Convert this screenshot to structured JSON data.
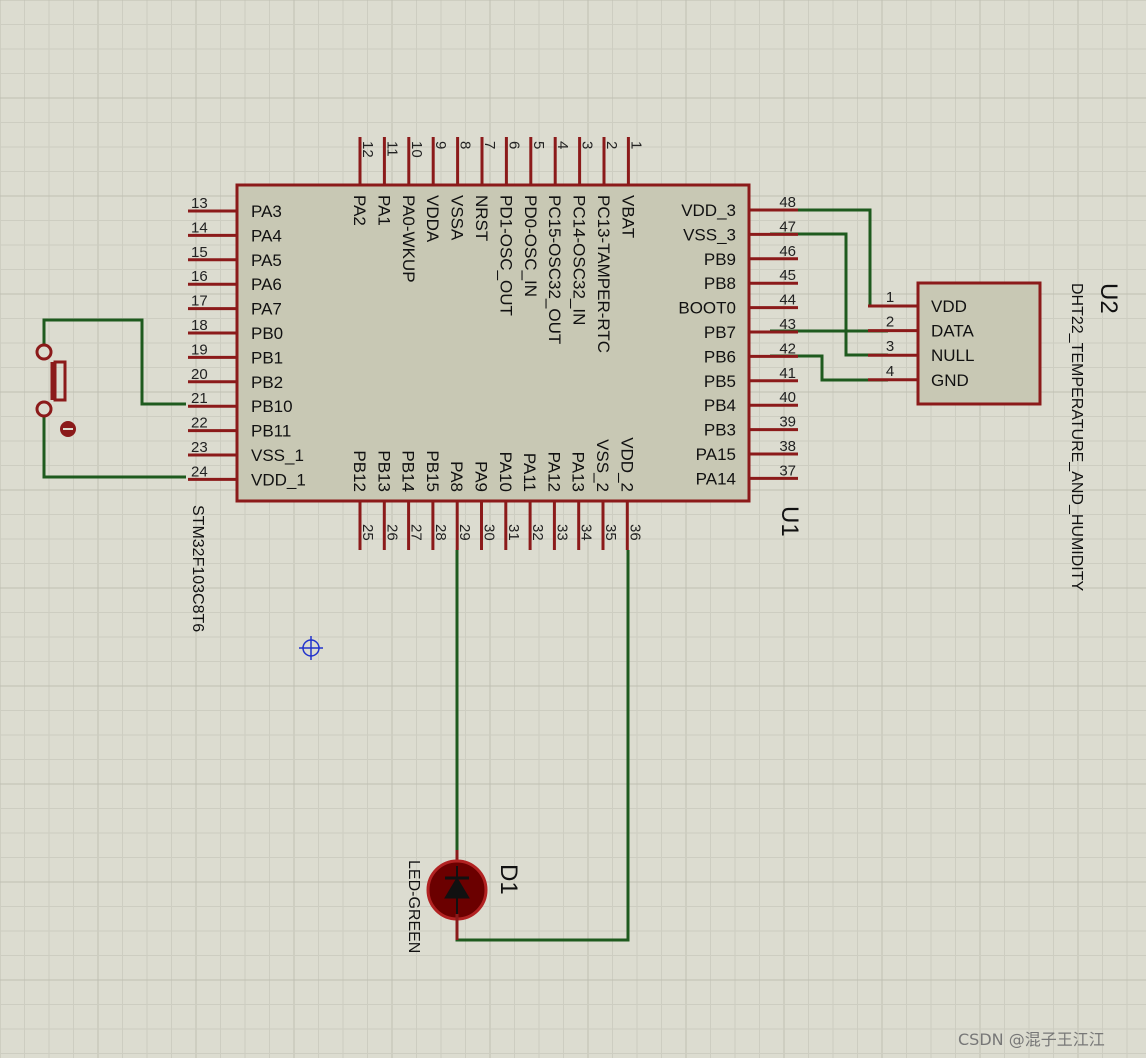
{
  "u1": {
    "ref": "U1",
    "part": "STM32F103C8T6",
    "top_pins": [
      {
        "num": "12",
        "name": "PA2"
      },
      {
        "num": "11",
        "name": "PA1"
      },
      {
        "num": "10",
        "name": "PA0-WKUP"
      },
      {
        "num": "9",
        "name": "VDDA"
      },
      {
        "num": "8",
        "name": "VSSA"
      },
      {
        "num": "7",
        "name": "NRST"
      },
      {
        "num": "6",
        "name": "PD1-OSC_OUT"
      },
      {
        "num": "5",
        "name": "PD0-OSC_IN"
      },
      {
        "num": "4",
        "name": "PC15-OSC32_OUT"
      },
      {
        "num": "3",
        "name": "PC14-OSC32_IN"
      },
      {
        "num": "2",
        "name": "PC13-TAMPER-RTC"
      },
      {
        "num": "1",
        "name": "VBAT"
      }
    ],
    "left_pins": [
      {
        "num": "13",
        "name": "PA3"
      },
      {
        "num": "14",
        "name": "PA4"
      },
      {
        "num": "15",
        "name": "PA5"
      },
      {
        "num": "16",
        "name": "PA6"
      },
      {
        "num": "17",
        "name": "PA7"
      },
      {
        "num": "18",
        "name": "PB0"
      },
      {
        "num": "19",
        "name": "PB1"
      },
      {
        "num": "20",
        "name": "PB2"
      },
      {
        "num": "21",
        "name": "PB10"
      },
      {
        "num": "22",
        "name": "PB11"
      },
      {
        "num": "23",
        "name": "VSS_1"
      },
      {
        "num": "24",
        "name": "VDD_1"
      }
    ],
    "right_pins": [
      {
        "num": "48",
        "name": "VDD_3"
      },
      {
        "num": "47",
        "name": "VSS_3"
      },
      {
        "num": "46",
        "name": "PB9"
      },
      {
        "num": "45",
        "name": "PB8"
      },
      {
        "num": "44",
        "name": "BOOT0"
      },
      {
        "num": "43",
        "name": "PB7"
      },
      {
        "num": "42",
        "name": "PB6"
      },
      {
        "num": "41",
        "name": "PB5"
      },
      {
        "num": "40",
        "name": "PB4"
      },
      {
        "num": "39",
        "name": "PB3"
      },
      {
        "num": "38",
        "name": "PA15"
      },
      {
        "num": "37",
        "name": "PA14"
      }
    ],
    "bottom_pins": [
      {
        "num": "25",
        "name": "PB12"
      },
      {
        "num": "26",
        "name": "PB13"
      },
      {
        "num": "27",
        "name": "PB14"
      },
      {
        "num": "28",
        "name": "PB15"
      },
      {
        "num": "29",
        "name": "PA8"
      },
      {
        "num": "30",
        "name": "PA9"
      },
      {
        "num": "31",
        "name": "PA10"
      },
      {
        "num": "32",
        "name": "PA11"
      },
      {
        "num": "33",
        "name": "PA12"
      },
      {
        "num": "34",
        "name": "PA13"
      },
      {
        "num": "35",
        "name": "VSS_2"
      },
      {
        "num": "36",
        "name": "VDD_2"
      }
    ]
  },
  "u2": {
    "ref": "U2",
    "part": "DHT22_TEMPERATURE_AND_HUMIDITY",
    "pins": [
      {
        "num": "1",
        "name": "VDD"
      },
      {
        "num": "2",
        "name": "DATA"
      },
      {
        "num": "3",
        "name": "NULL"
      },
      {
        "num": "4",
        "name": "GND"
      }
    ]
  },
  "d1": {
    "ref": "D1",
    "part": "LED-GREEN"
  },
  "watermark": "CSDN @混子王江江",
  "colors": {
    "background": "#dcdcd0",
    "grid": "#c8c8bc",
    "component_body": "#c8c8b4",
    "outline": "#8b1a1a",
    "wire": "#1e5a1e",
    "led": "#8b0000"
  }
}
